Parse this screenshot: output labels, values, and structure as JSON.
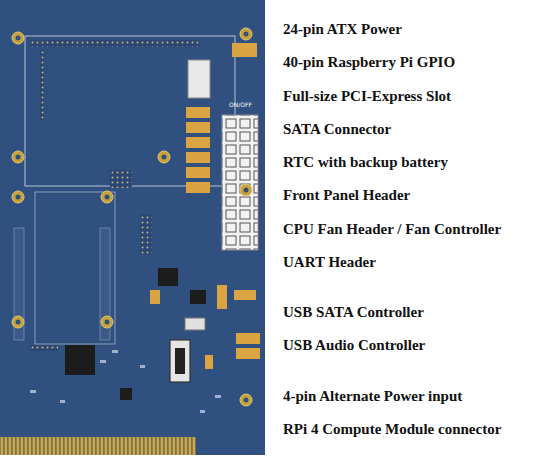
{
  "diagram": {
    "labels": [
      "24-pin ATX Power",
      "40-pin Raspberry Pi GPIO",
      "Full-size PCI-Express Slot",
      "SATA Connector",
      "RTC with backup battery",
      "Front Panel Header",
      "CPU Fan Header / Fan Controller",
      "UART Header",
      "USB SATA Controller",
      "USB Audio Controller",
      "4-pin Alternate Power input",
      "RPi 4 Compute Module  connector",
      "ON/OFF"
    ]
  }
}
